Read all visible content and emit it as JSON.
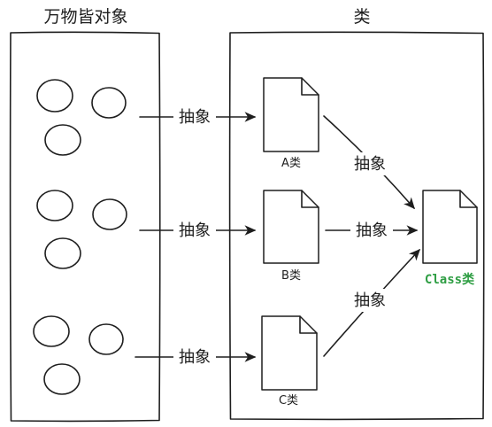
{
  "titles": {
    "left": "万物皆对象",
    "right": "类"
  },
  "arrows": {
    "abstract_label": "抽象"
  },
  "documents": {
    "a_label": "A类",
    "b_label": "B类",
    "c_label": "C类",
    "class_label": "Class类"
  },
  "colors": {
    "stroke": "#1e1e1e",
    "class_label": "#2f9e44",
    "background": "#ffffff"
  }
}
